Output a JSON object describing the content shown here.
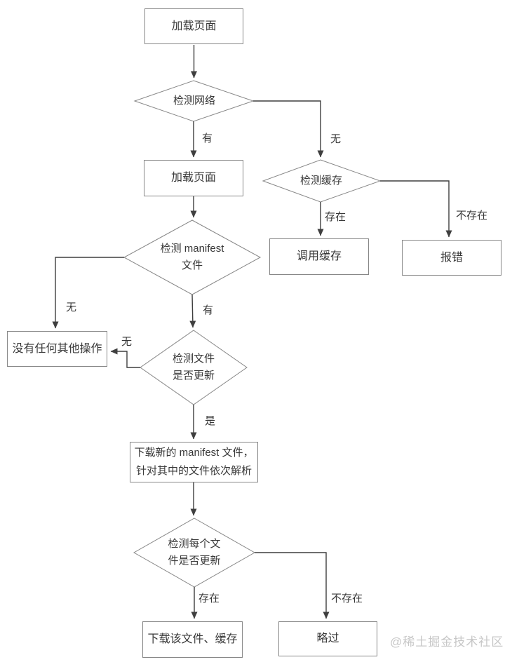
{
  "diagram_type": "flowchart",
  "colors": {
    "background": "#ffffff",
    "connector_line": "#3f3f3f",
    "shape_border": "#878787",
    "text": "#383838",
    "watermark_text": "#c7c7c7"
  },
  "nodes": {
    "start": {
      "shape": "rect",
      "label": "加载页面"
    },
    "check_network": {
      "shape": "diamond",
      "label": "检测网络"
    },
    "load_page": {
      "shape": "rect",
      "label": "加载页面"
    },
    "check_cache": {
      "shape": "diamond",
      "label": "检测缓存"
    },
    "use_cache": {
      "shape": "rect",
      "label": "调用缓存"
    },
    "error": {
      "shape": "rect",
      "label": "报错"
    },
    "check_manifest": {
      "shape": "diamond",
      "label": "检测 manifest\n文件"
    },
    "no_other_action": {
      "shape": "rect",
      "label": "没有任何其他操作"
    },
    "check_file_updated": {
      "shape": "diamond",
      "label": "检测文件\n是否更新"
    },
    "download_manifest": {
      "shape": "rect",
      "label": "下载新的 manifest 文件，\n针对其中的文件依次解析"
    },
    "check_each_file": {
      "shape": "diamond",
      "label": "检测每个文\n件是否更新"
    },
    "download_file_cache": {
      "shape": "rect",
      "label": "下载该文件、缓存"
    },
    "skip": {
      "shape": "rect",
      "label": "略过"
    }
  },
  "edges": [
    {
      "from": "start",
      "to": "check_network",
      "label": ""
    },
    {
      "from": "check_network",
      "to": "load_page",
      "label": "有"
    },
    {
      "from": "check_network",
      "to": "check_cache",
      "label": "无"
    },
    {
      "from": "load_page",
      "to": "check_manifest",
      "label": ""
    },
    {
      "from": "check_cache",
      "to": "use_cache",
      "label": "存在"
    },
    {
      "from": "check_cache",
      "to": "error",
      "label": "不存在"
    },
    {
      "from": "check_manifest",
      "to": "no_other_action",
      "label": "无"
    },
    {
      "from": "check_manifest",
      "to": "check_file_updated",
      "label": "有"
    },
    {
      "from": "check_file_updated",
      "to": "no_other_action",
      "label": "无"
    },
    {
      "from": "check_file_updated",
      "to": "download_manifest",
      "label": "是"
    },
    {
      "from": "download_manifest",
      "to": "check_each_file",
      "label": ""
    },
    {
      "from": "check_each_file",
      "to": "download_file_cache",
      "label": "存在"
    },
    {
      "from": "check_each_file",
      "to": "skip",
      "label": "不存在"
    }
  ],
  "watermark": "@稀土掘金技术社区"
}
